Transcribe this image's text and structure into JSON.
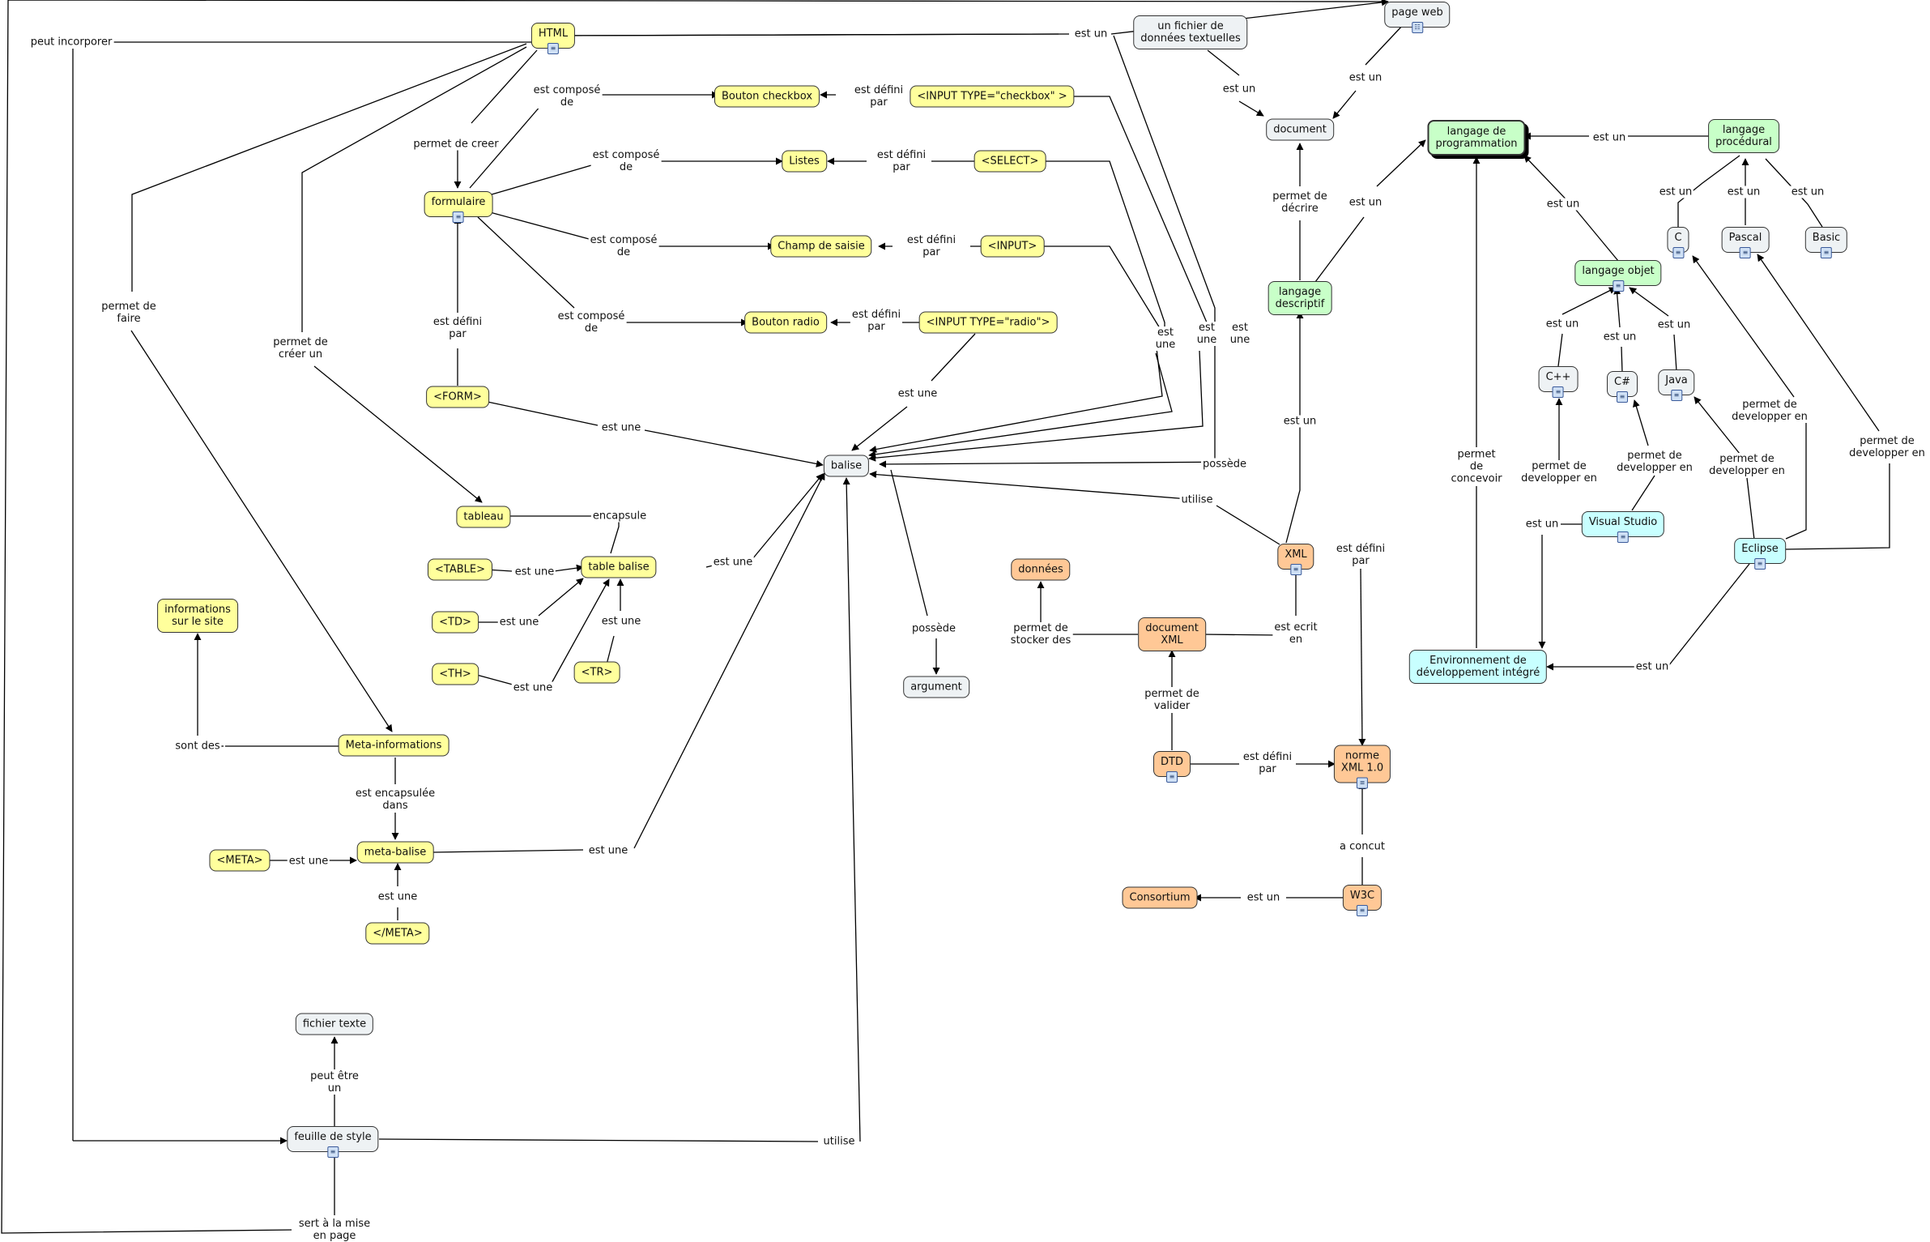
{
  "colors": {
    "yellow": "#ffff9c",
    "orange": "#ffc896",
    "green": "#c8ffc8",
    "cyan": "#c8ffff",
    "gray": "#eef2f4",
    "line": "#000000"
  },
  "nodes": [
    {
      "id": "html",
      "text": "HTML",
      "color": "yellow",
      "icon": "document-icon"
    },
    {
      "id": "pageweb",
      "text": "page web",
      "color": "gray",
      "icon": "network-icon"
    },
    {
      "id": "fichierdonnees",
      "text": "un fichier de\ndonnées textuelles",
      "color": "gray"
    },
    {
      "id": "document",
      "text": "document",
      "color": "gray"
    },
    {
      "id": "langprog",
      "text": "langage de\nprogrammation",
      "color": "green",
      "bold": true
    },
    {
      "id": "langproc",
      "text": "langage\nprocédural",
      "color": "green"
    },
    {
      "id": "c",
      "text": "C",
      "color": "gray",
      "icon": "document-icon"
    },
    {
      "id": "pascal",
      "text": "Pascal",
      "color": "gray",
      "icon": "document-icon"
    },
    {
      "id": "basic",
      "text": "Basic",
      "color": "gray",
      "icon": "document-icon"
    },
    {
      "id": "langobj",
      "text": "langage objet",
      "color": "green",
      "icon": "document-icon"
    },
    {
      "id": "cpp",
      "text": "C++",
      "color": "gray",
      "icon": "document-icon"
    },
    {
      "id": "csharp",
      "text": "C#",
      "color": "gray",
      "icon": "document-icon"
    },
    {
      "id": "java",
      "text": "Java",
      "color": "gray",
      "icon": "document-icon"
    },
    {
      "id": "vs",
      "text": "Visual Studio",
      "color": "cyan",
      "icon": "document-icon"
    },
    {
      "id": "eclipse",
      "text": "Eclipse",
      "color": "cyan",
      "icon": "document-icon"
    },
    {
      "id": "ide",
      "text": "Environnement de\ndéveloppement intégré",
      "color": "cyan"
    },
    {
      "id": "langdesc",
      "text": "langage\ndescriptif",
      "color": "green"
    },
    {
      "id": "xml",
      "text": "XML",
      "color": "orange",
      "icon": "document-icon"
    },
    {
      "id": "donnees",
      "text": "données",
      "color": "orange"
    },
    {
      "id": "docxml",
      "text": "document\nXML",
      "color": "orange"
    },
    {
      "id": "dtd",
      "text": "DTD",
      "color": "orange",
      "icon": "document-icon"
    },
    {
      "id": "norme",
      "text": "norme\nXML 1.0",
      "color": "orange",
      "icon": "document-icon"
    },
    {
      "id": "w3c",
      "text": "W3C",
      "color": "orange",
      "icon": "document-icon"
    },
    {
      "id": "consortium",
      "text": "Consortium",
      "color": "orange"
    },
    {
      "id": "balise",
      "text": "balise",
      "color": "gray"
    },
    {
      "id": "argument",
      "text": "argument",
      "color": "gray"
    },
    {
      "id": "boutoncheck",
      "text": "Bouton checkbox",
      "color": "yellow"
    },
    {
      "id": "inputcheck",
      "text": "<INPUT TYPE=\"checkbox\" >",
      "color": "yellow"
    },
    {
      "id": "listes",
      "text": "Listes",
      "color": "yellow"
    },
    {
      "id": "select",
      "text": "<SELECT>",
      "color": "yellow"
    },
    {
      "id": "formulaire",
      "text": "formulaire",
      "color": "yellow",
      "icon": "document-icon"
    },
    {
      "id": "champ",
      "text": "Champ de saisie",
      "color": "yellow"
    },
    {
      "id": "input",
      "text": "<INPUT>",
      "color": "yellow"
    },
    {
      "id": "boutonradio",
      "text": "Bouton radio",
      "color": "yellow"
    },
    {
      "id": "inputradio",
      "text": "<INPUT TYPE=\"radio\">",
      "color": "yellow"
    },
    {
      "id": "form",
      "text": "<FORM>",
      "color": "yellow"
    },
    {
      "id": "tableau",
      "text": "tableau",
      "color": "yellow"
    },
    {
      "id": "tablebalise",
      "text": "table balise",
      "color": "yellow"
    },
    {
      "id": "table",
      "text": "<TABLE>",
      "color": "yellow"
    },
    {
      "id": "td",
      "text": "<TD>",
      "color": "yellow"
    },
    {
      "id": "th",
      "text": "<TH>",
      "color": "yellow"
    },
    {
      "id": "tr",
      "text": "<TR>",
      "color": "yellow"
    },
    {
      "id": "infos",
      "text": "informations\nsur le site",
      "color": "yellow"
    },
    {
      "id": "metainfos",
      "text": "Meta-informations",
      "color": "yellow"
    },
    {
      "id": "meta",
      "text": "<META>",
      "color": "yellow"
    },
    {
      "id": "metabalise",
      "text": "meta-balise",
      "color": "yellow"
    },
    {
      "id": "metaclose",
      "text": "</META>",
      "color": "yellow"
    },
    {
      "id": "fichiertexte",
      "text": "fichier texte",
      "color": "gray"
    },
    {
      "id": "feuille",
      "text": "feuille de style",
      "color": "gray",
      "icon": "document-icon"
    }
  ],
  "labels": [
    {
      "id": "l_peutinc",
      "text": "peut incorporer"
    },
    {
      "id": "l_html_estun",
      "text": "est un"
    },
    {
      "id": "l_fd_estun",
      "text": "est un"
    },
    {
      "id": "l_pw_estun",
      "text": "est un"
    },
    {
      "id": "l_proc_estun",
      "text": "est un"
    },
    {
      "id": "l_c_estun",
      "text": "est un"
    },
    {
      "id": "l_pascal_estun",
      "text": "est un"
    },
    {
      "id": "l_basic_estun",
      "text": "est un"
    },
    {
      "id": "l_obj_estun",
      "text": "est un"
    },
    {
      "id": "l_cpp_estun",
      "text": "est un"
    },
    {
      "id": "l_cs_estun",
      "text": "est un"
    },
    {
      "id": "l_java_estun",
      "text": "est un"
    },
    {
      "id": "l_desc_estun",
      "text": "est un"
    },
    {
      "id": "l_decrire",
      "text": "permet de\ndécrire"
    },
    {
      "id": "l_concevoir",
      "text": "permet\nde\nconcevoir"
    },
    {
      "id": "l_dev_cpp",
      "text": "permet de\ndevelopper en"
    },
    {
      "id": "l_dev_cs",
      "text": "permet de\ndevelopper en"
    },
    {
      "id": "l_dev_java",
      "text": "permet de\ndevelopper en"
    },
    {
      "id": "l_dev_c",
      "text": "permet de\ndevelopper en"
    },
    {
      "id": "l_dev_pascal",
      "text": "permet de\ndevelopper en"
    },
    {
      "id": "l_vs_estun",
      "text": "est un"
    },
    {
      "id": "l_ecl_estun",
      "text": "est un"
    },
    {
      "id": "l_xml_estun",
      "text": "est un"
    },
    {
      "id": "l_possede1",
      "text": "possède"
    },
    {
      "id": "l_utilise1",
      "text": "utilise"
    },
    {
      "id": "l_xml_defini",
      "text": "est défini\npar"
    },
    {
      "id": "l_ecrit",
      "text": "est ecrit\nen"
    },
    {
      "id": "l_stocker",
      "text": "permet de\nstocker des"
    },
    {
      "id": "l_valider",
      "text": "permet de\nvalider"
    },
    {
      "id": "l_dtd_defini",
      "text": "est défini\npar"
    },
    {
      "id": "l_concut",
      "text": "a concut"
    },
    {
      "id": "l_w3c_estun",
      "text": "est un"
    },
    {
      "id": "l_compose_check",
      "text": "est composé\nde"
    },
    {
      "id": "l_defini_check",
      "text": "est défini\npar"
    },
    {
      "id": "l_compose_listes",
      "text": "est composé\nde"
    },
    {
      "id": "l_defini_select",
      "text": "est défini\npar"
    },
    {
      "id": "l_compose_champ",
      "text": "est composé\nde"
    },
    {
      "id": "l_defini_input",
      "text": "est défini\npar"
    },
    {
      "id": "l_compose_radio",
      "text": "est composé\nde"
    },
    {
      "id": "l_defini_radio",
      "text": "est défini\npar"
    },
    {
      "id": "l_creer",
      "text": "permet de creer"
    },
    {
      "id": "l_defini_form",
      "text": "est défini\npar"
    },
    {
      "id": "l_form_estune",
      "text": "est une"
    },
    {
      "id": "l_radio_estune",
      "text": "est une"
    },
    {
      "id": "l_input_estune",
      "text": "est\nune"
    },
    {
      "id": "l_select_estune",
      "text": "est\nune"
    },
    {
      "id": "l_check_estune",
      "text": "est\nune"
    },
    {
      "id": "l_creerun",
      "text": "permet de\ncréer un"
    },
    {
      "id": "l_faire",
      "text": "permet de\nfaire"
    },
    {
      "id": "l_encapsule",
      "text": "encapsule"
    },
    {
      "id": "l_table_estune",
      "text": "est une"
    },
    {
      "id": "l_td_estune",
      "text": "est une"
    },
    {
      "id": "l_th_estune",
      "text": "est une"
    },
    {
      "id": "l_tr_estune",
      "text": "est une"
    },
    {
      "id": "l_tb_estune",
      "text": "est une"
    },
    {
      "id": "l_possede2",
      "text": "possède"
    },
    {
      "id": "l_sontdes",
      "text": "sont des"
    },
    {
      "id": "l_encapsulee",
      "text": "est encapsulée\ndans"
    },
    {
      "id": "l_meta_estune",
      "text": "est une"
    },
    {
      "id": "l_mb_estune",
      "text": "est une"
    },
    {
      "id": "l_mc_estune",
      "text": "est une"
    },
    {
      "id": "l_peutetre",
      "text": "peut être\nun"
    },
    {
      "id": "l_utilise2",
      "text": "utilise"
    },
    {
      "id": "l_miseenpage",
      "text": "sert à la mise\nen page"
    }
  ]
}
